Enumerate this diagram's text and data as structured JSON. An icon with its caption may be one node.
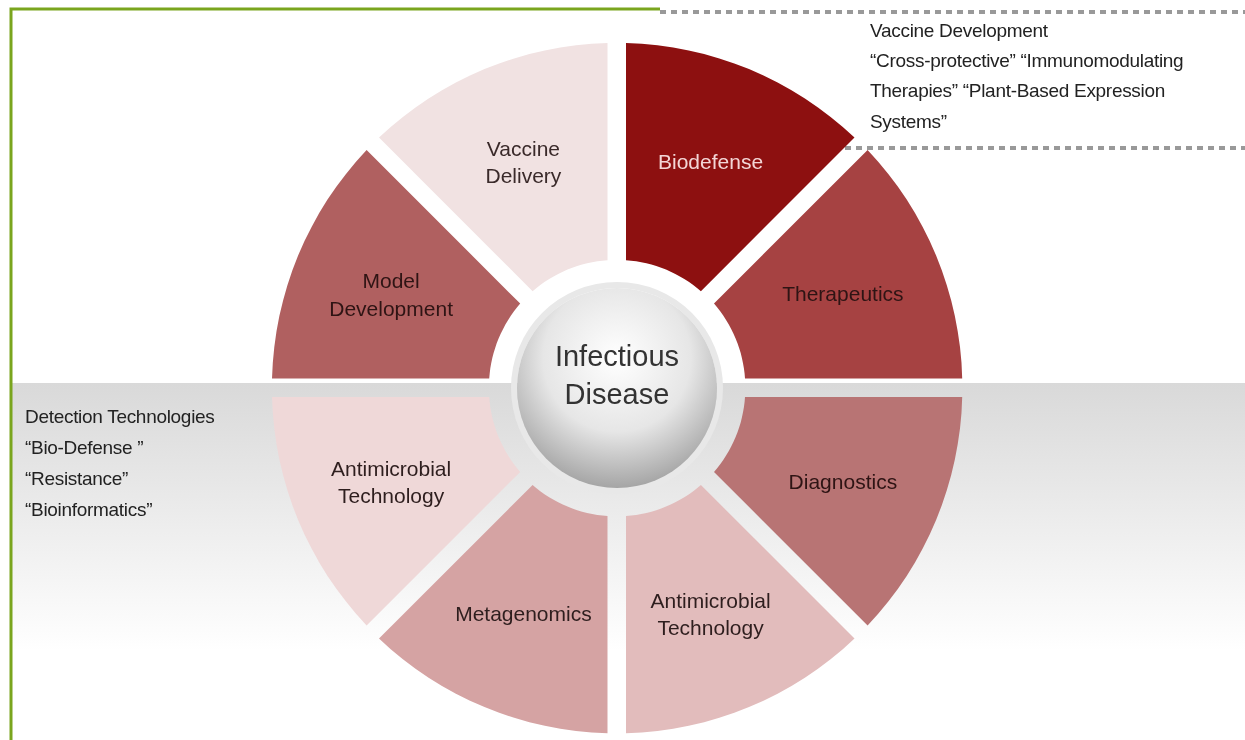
{
  "diagram": {
    "nodes": [
      {
        "text": [
          "Infectious Disease"
        ]
      },
      {
        "text": [
          "Vaccine Delivery"
        ]
      },
      {
        "text": [
          "Biodefense"
        ]
      },
      {
        "text": [
          "Therapeutics"
        ]
      },
      {
        "text": [
          "Diagnostics"
        ]
      },
      {
        "text": [
          "Antimicrobial Technology"
        ]
      },
      {
        "text": [
          "Metagenomics"
        ]
      },
      {
        "text": [
          "Antimicrobial Technology"
        ]
      },
      {
        "text": [
          "Model Development"
        ]
      }
    ],
    "edges": [],
    "labels": [
      "Vaccine Development",
      "“Cross-protective” “Immunomodulating Therapies” “Plant-Based Expression Systems”",
      "Detection Technologies",
      "“Bio-Defense ”",
      "“Resistance”",
      "“Bioinformatics”"
    ]
  }
}
